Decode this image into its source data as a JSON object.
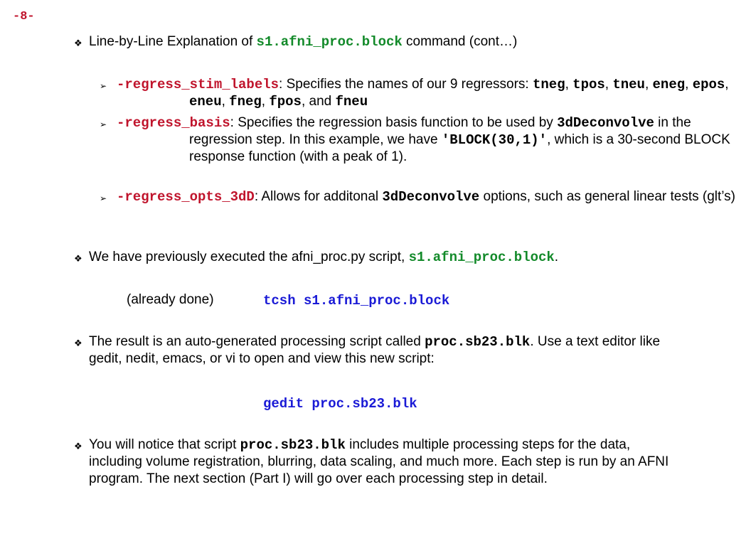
{
  "page_number": "-8-",
  "b1": {
    "a": "Line-by-Line Explanation of ",
    "c1": "s1.afni_proc.block",
    "b": " command (cont…)"
  },
  "s1": {
    "opt": "-regress_stim_labels",
    "t1": ": Specifies the names of our 9 regressors: ",
    "labels": [
      "tneg",
      "tpos",
      "tneu",
      "eneg",
      "epos",
      "eneu",
      "fneg",
      "fpos",
      "fneu"
    ],
    "sep": ", ",
    "and": ", and "
  },
  "s2": {
    "opt": "-regress_basis",
    "t1": ": Specifies the regression basis function to be used by ",
    "prog": "3dDeconvolve",
    "t2": " in the regression step.  In this example, we have ",
    "basis": "'BLOCK(30,1)'",
    "t3": ", which is a   30-second BLOCK response function (with a peak of 1)."
  },
  "s3": {
    "opt": "-regress_opts_3dD",
    "t1": ": Allows for additonal ",
    "prog": "3dDeconvolve",
    "t2": " options, such as general linear tests (glt’s)"
  },
  "b2": {
    "a": "We have previously executed the afni_proc.py script, ",
    "c1": "s1.afni_proc.block",
    "end": "."
  },
  "done": {
    "label": "(already done)",
    "cmd": "tcsh s1.afni_proc.block"
  },
  "b3": {
    "a": "The result is an auto-generated processing script called ",
    "c1": "proc.sb23.blk",
    "b": ".  Use a text editor like gedit, nedit, emacs, or vi to open and view this new script:"
  },
  "gedit": {
    "cmd": "gedit proc.sb23.blk"
  },
  "b4": {
    "a": "You will notice that script ",
    "c1": "proc.sb23.blk",
    "b": " includes multiple processing steps for the data, including volume registration, blurring, data scaling, and much more.  Each step is run by an AFNI program.  The next section (Part I) will go over each processing step in detail."
  },
  "icons": {
    "bullet": "❖",
    "sub_bullet": "➢"
  },
  "colors": {
    "green": "#138a2a",
    "red": "#c0142c",
    "blue": "#1a1ad6"
  }
}
